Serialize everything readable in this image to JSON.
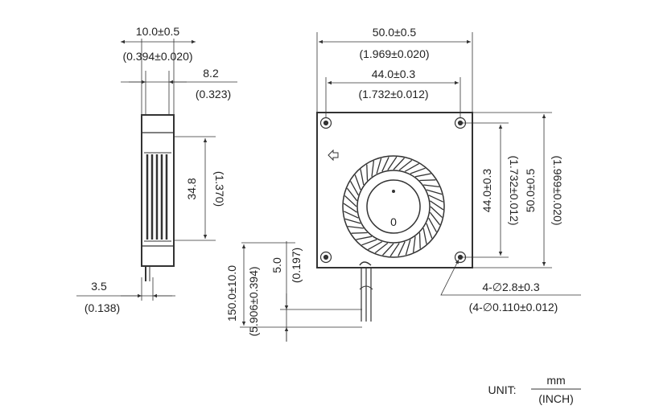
{
  "side_view": {
    "width_mm": "10.0±0.5",
    "width_in": "(0.394±0.020)",
    "body_depth_mm": "8.2",
    "body_depth_in": "(0.323)",
    "outlet_height_mm": "34.8",
    "outlet_height_in": "(1.370)",
    "pin_offset_mm": "3.5",
    "pin_offset_in": "(0.138)"
  },
  "front_view": {
    "overall_width_mm": "50.0±0.5",
    "overall_width_in": "(1.969±0.020)",
    "hole_spacing_w_mm": "44.0±0.3",
    "hole_spacing_w_in": "(1.732±0.012)",
    "hole_spacing_h_mm": "44.0±0.3",
    "hole_spacing_h_in": "(1.732±0.012)",
    "overall_height_mm": "50.0±0.5",
    "overall_height_in": "(1.969±0.020)",
    "holes_mm": "4-∅2.8±0.3",
    "holes_in": "(4-∅0.110±0.012)",
    "hub_marking": "0"
  },
  "cable": {
    "length_mm": "150.0±10.0",
    "length_in": "(5.906±0.394)",
    "strip_mm": "5.0",
    "strip_in": "(0.197)"
  },
  "units": {
    "label": "UNIT:",
    "numerator": "mm",
    "denominator": "(INCH)"
  }
}
